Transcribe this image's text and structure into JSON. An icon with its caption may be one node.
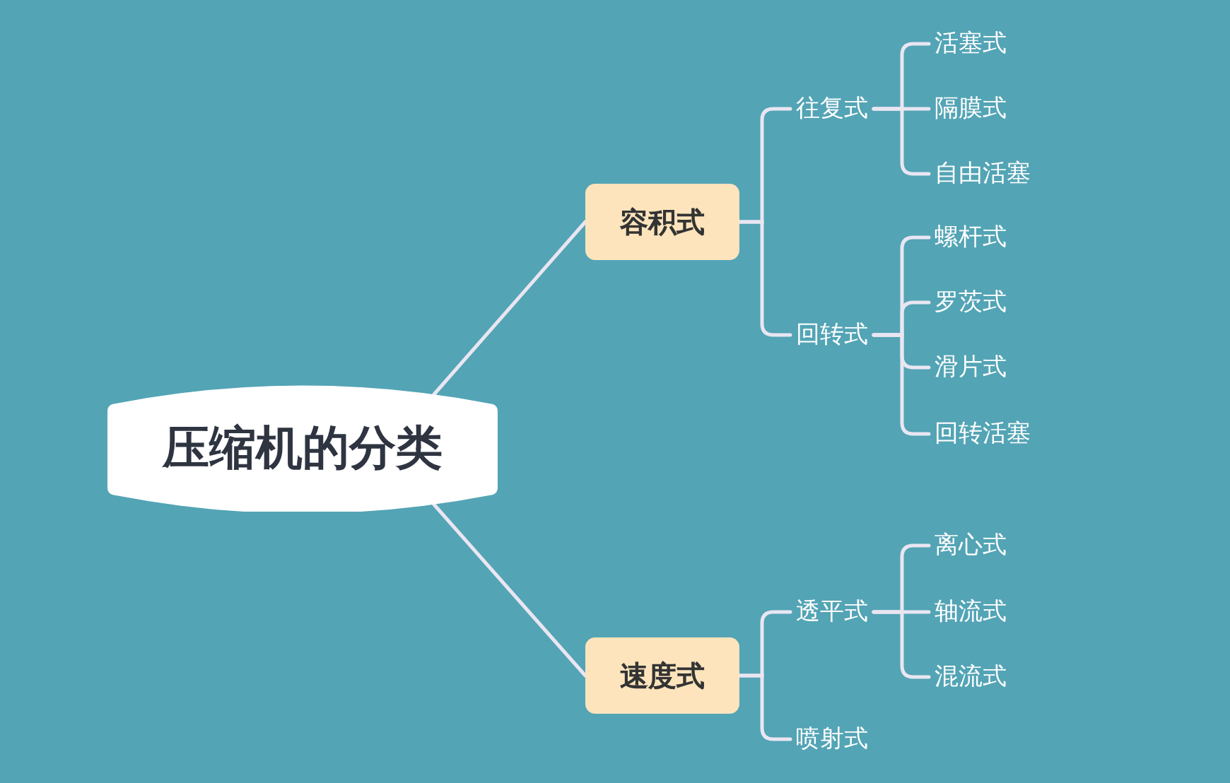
{
  "diagram": {
    "nodes": [
      {
        "text": [
          "压缩机的分类"
        ]
      },
      {
        "text": [
          "容积式"
        ]
      },
      {
        "text": [
          "往复式"
        ]
      },
      {
        "text": [
          "活塞式"
        ]
      },
      {
        "text": [
          "隔膜式"
        ]
      },
      {
        "text": [
          "自由活塞"
        ]
      },
      {
        "text": [
          "回转式"
        ]
      },
      {
        "text": [
          "螺杆式"
        ]
      },
      {
        "text": [
          "罗茨式"
        ]
      },
      {
        "text": [
          "滑片式"
        ]
      },
      {
        "text": [
          "回转活塞"
        ]
      },
      {
        "text": [
          "速度式"
        ]
      },
      {
        "text": [
          "透平式"
        ]
      },
      {
        "text": [
          "离心式"
        ]
      },
      {
        "text": [
          "轴流式"
        ]
      },
      {
        "text": [
          "混流式"
        ]
      },
      {
        "text": [
          "喷射式"
        ]
      }
    ],
    "edges": [
      {
        "from": 0,
        "to": 1,
        "arrow": "none"
      },
      {
        "from": 1,
        "to": 2,
        "arrow": "none"
      },
      {
        "from": 2,
        "to": 3,
        "arrow": "none"
      },
      {
        "from": 2,
        "to": 4,
        "arrow": "none"
      },
      {
        "from": 2,
        "to": 5,
        "arrow": "none"
      },
      {
        "from": 1,
        "to": 6,
        "arrow": "none"
      },
      {
        "from": 6,
        "to": 7,
        "arrow": "none"
      },
      {
        "from": 6,
        "to": 8,
        "arrow": "none"
      },
      {
        "from": 6,
        "to": 9,
        "arrow": "none"
      },
      {
        "from": 6,
        "to": 10,
        "arrow": "none"
      },
      {
        "from": 0,
        "to": 11,
        "arrow": "none"
      },
      {
        "from": 11,
        "to": 12,
        "arrow": "none"
      },
      {
        "from": 12,
        "to": 13,
        "arrow": "none"
      },
      {
        "from": 12,
        "to": 14,
        "arrow": "none"
      },
      {
        "from": 12,
        "to": 15,
        "arrow": "none"
      },
      {
        "from": 11,
        "to": 16,
        "arrow": "none"
      }
    ]
  }
}
